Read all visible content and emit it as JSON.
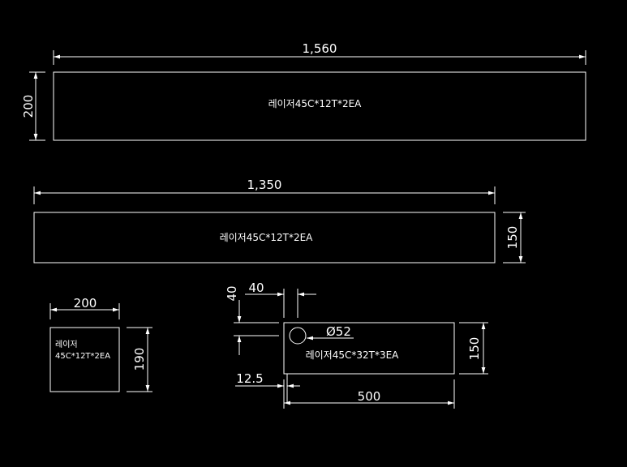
{
  "parts": {
    "part1": {
      "label": "레이저45C*12T*2EA",
      "width_dim": "1,560",
      "height_dim": "200"
    },
    "part2": {
      "label": "레이저45C*12T*2EA",
      "width_dim": "1,350",
      "height_dim": "150"
    },
    "part3": {
      "label_line1": "레이저",
      "label_line2": "45C*12T*2EA",
      "width_dim": "200",
      "height_dim": "190"
    },
    "part4": {
      "label": "레이저45C*32T*3EA",
      "width_dim": "500",
      "height_dim": "150",
      "hole_dia": "Ø52",
      "hole_x": "40",
      "hole_y": "40",
      "edge_offset": "12.5"
    }
  },
  "colors": {
    "background": "#000000",
    "lines": "#ffffff"
  }
}
